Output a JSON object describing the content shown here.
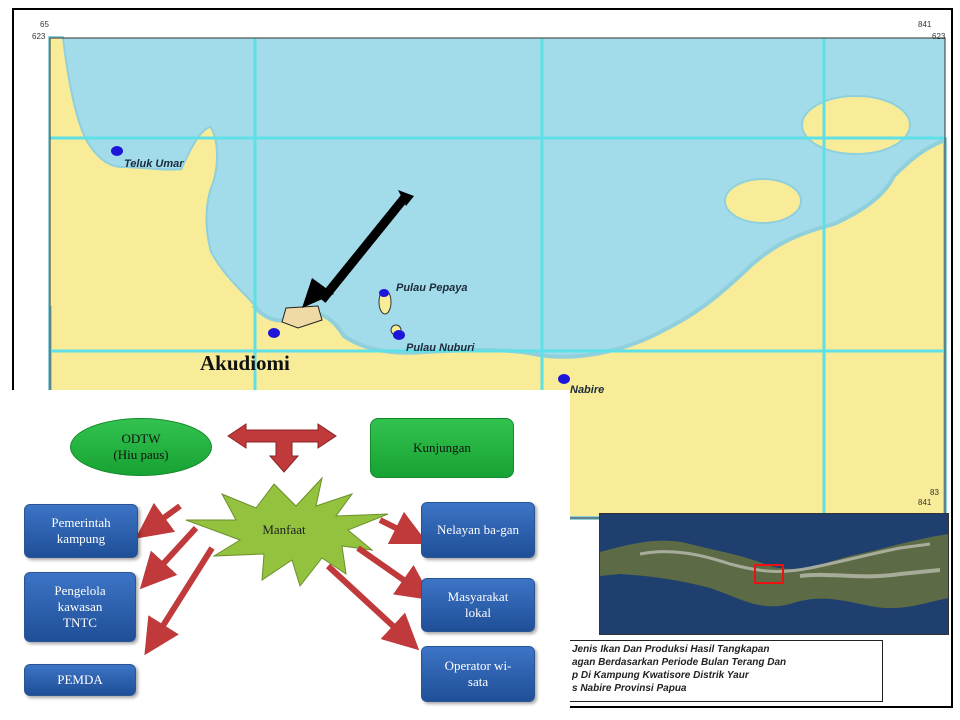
{
  "map": {
    "coord_top_left_x": "65",
    "coord_top_left_y": "623",
    "coord_top_right_x": "841",
    "coord_top_right_y": "623",
    "coord_bottom_right_y": "83",
    "coord_bottom_right_x": "841",
    "places": {
      "teluk_umar": "Teluk Umar",
      "pulau_pepaya": "Pulau Pepaya",
      "pulau_nuburi": "Pulau Nuburi",
      "akudiomi": "Akudiomi",
      "nabire": "Nabire"
    },
    "caption_lines": [
      "Jenis Ikan Dan Produksi Hasil Tangkapan",
      "agan Berdasarkan Periode Bulan Terang Dan",
      "p Di Kampung Kwatisore Distrik Yaur",
      "s Nabire Provinsi Papua"
    ],
    "colors": {
      "sea": "#a2dcea",
      "land": "#f8ec98",
      "grid": "#5fe0e6"
    }
  },
  "diagram": {
    "odtw": "ODTW",
    "odtw_sub": "(Hiu paus)",
    "kunjungan": "Kunjungan",
    "manfaat": "Manfaat",
    "pemerintah": "Pemerintah kampung",
    "pengelola": "Pengelola kawasan TNTC",
    "pemda": "PEMDA",
    "nelayan": "Nelayan ba-gan",
    "masyarakat": "Masyarakat lokal",
    "operator": "Operator wi-sata",
    "colors": {
      "arrow": "#c0393b",
      "star": "#93c23f",
      "box": "#2d62b3",
      "green": "#22b23f"
    }
  }
}
